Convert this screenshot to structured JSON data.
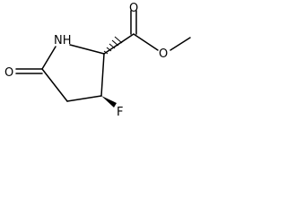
{
  "molecule": {
    "atoms": {
      "nh": "NH",
      "ring_oxygen": "O",
      "carbonyl_oxygen": "O",
      "ester_oxygen": "O",
      "fluorine": "F"
    },
    "line_color": "#000000",
    "background": "#ffffff"
  }
}
